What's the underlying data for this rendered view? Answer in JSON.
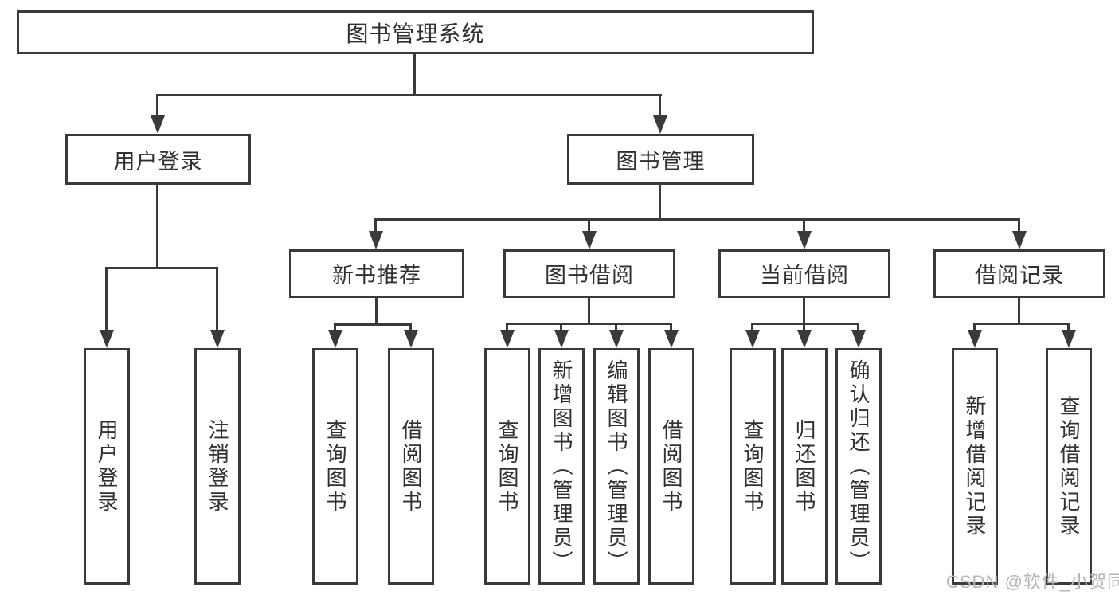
{
  "tree": {
    "root": {
      "label": "图书管理系统"
    },
    "branches": [
      {
        "label": "用户登录",
        "children": [
          {
            "label": "用户登录"
          },
          {
            "label": "注销登录"
          }
        ]
      },
      {
        "label": "图书管理",
        "children": [
          {
            "label": "新书推荐",
            "children": [
              {
                "label": "查询图书"
              },
              {
                "label": "借阅图书"
              }
            ]
          },
          {
            "label": "图书借阅",
            "children": [
              {
                "label": "查询图书"
              },
              {
                "label": "新增图书（管理员）"
              },
              {
                "label": "编辑图书（管理员）"
              },
              {
                "label": "借阅图书"
              }
            ]
          },
          {
            "label": "当前借阅",
            "children": [
              {
                "label": "查询图书"
              },
              {
                "label": "归还图书"
              },
              {
                "label": "确认归还（管理员）"
              }
            ]
          },
          {
            "label": "借阅记录",
            "children": [
              {
                "label": "新增借阅记录"
              },
              {
                "label": "查询借阅记录"
              }
            ]
          }
        ]
      }
    ]
  },
  "watermark": {
    "text": "CSDN @软件_小贺同学"
  },
  "colors": {
    "line": "#3a3a3a",
    "text": "#303030",
    "watermark": "#b4b4b4",
    "background": "#ffffff"
  }
}
